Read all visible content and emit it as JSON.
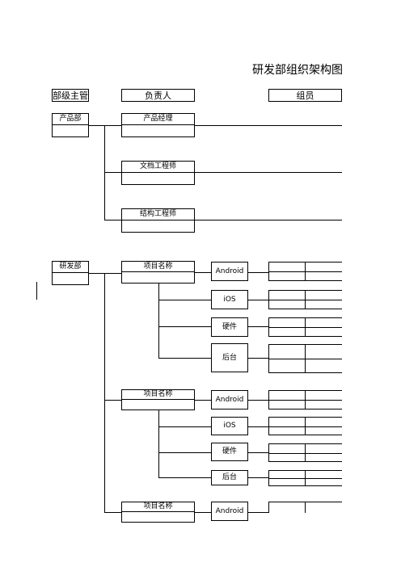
{
  "title": "研发部组织架构图",
  "headers": {
    "dept_head": "部级主管",
    "owner": "负责人",
    "members": "组员"
  },
  "product_dept": {
    "name": "产品部",
    "roles": [
      "产品经理",
      "文档工程师",
      "结构工程师"
    ]
  },
  "rd_dept": {
    "name": "研发部",
    "projects": [
      {
        "name": "项目名称",
        "platforms": [
          "Android",
          "iOS",
          "硬件",
          "后台"
        ]
      },
      {
        "name": "项目名称",
        "platforms": [
          "Android",
          "iOS",
          "硬件",
          "后台"
        ]
      },
      {
        "name": "项目名称",
        "platforms": [
          "Android"
        ]
      }
    ]
  }
}
